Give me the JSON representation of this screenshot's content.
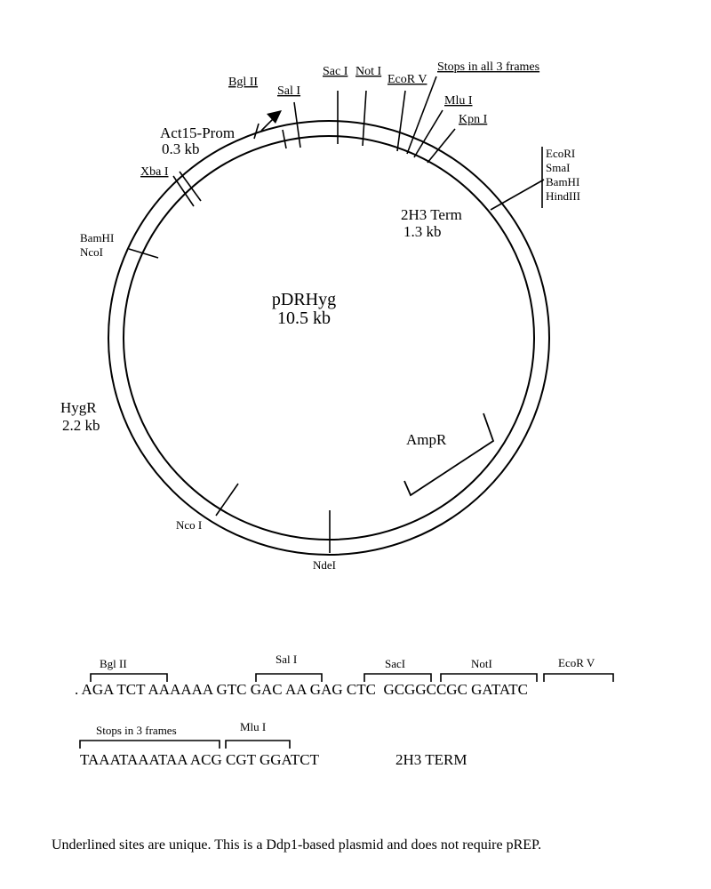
{
  "plasmid": {
    "name": "pDRHyg",
    "size": "10.5 kb"
  },
  "regions": {
    "promoter_name": "Act15-Prom",
    "promoter_size": "0.3 kb",
    "term_name": "2H3 Term",
    "term_size": "1.3 kb",
    "hyg_name": "HygR",
    "hyg_size": "2.2 kb",
    "amp_name": "AmpR"
  },
  "sites": {
    "bgl2": "Bgl II",
    "sal1": "Sal I",
    "sac1": "Sac I",
    "not1": "Not I",
    "ecorv": "EcoR V",
    "stops": "Stops in all 3 frames",
    "mlu1": "Mlu I",
    "kpn1": "Kpn I",
    "xba1": "Xba I",
    "bamhi_left": "BamHI",
    "ncoi_left": "NcoI",
    "nco1_bottom": "Nco I",
    "ndei": "NdeI",
    "mcs_right": [
      "EcoRI",
      "SmaI",
      "BamHI",
      "HindIII"
    ]
  },
  "sequence": {
    "line1": {
      "labels": [
        "Bgl II",
        "Sal I",
        "SacI",
        "NotI",
        "EcoR V"
      ],
      "text": ". AGA TCT AAAAAA GTC GAC AA GAG CTC  GCGGCCGC GATATC"
    },
    "line2": {
      "labels": [
        "Stops in 3 frames",
        "Mlu I"
      ],
      "text": "TAAATAAATAA ACG CGT GGATCT",
      "term": "2H3 TERM"
    }
  },
  "footnote": "Underlined sites are unique.  This is a Ddp1-based plasmid and does not require pREP."
}
